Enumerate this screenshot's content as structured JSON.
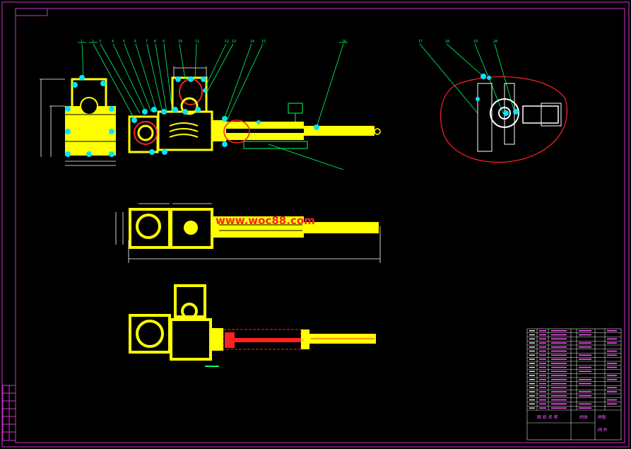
{
  "colors": {
    "background": "#000000",
    "border": "#cc33cc",
    "part": "#ffff00",
    "node": "#00e5ff",
    "leader": "#00ff66",
    "section": "#ff2222",
    "dim": "#ffffff",
    "table": "#e0e0e0"
  },
  "watermark": "www.woc88.com",
  "title_block": {
    "cells": [
      "阀体",
      "闸板",
      "阀 杆",
      "图 纸 名 称"
    ]
  },
  "callouts_left": [
    "1",
    "2",
    "3",
    "4",
    "5",
    "6",
    "7",
    "8",
    "9",
    "10",
    "11",
    "12",
    "13",
    "14",
    "15"
  ],
  "callout_right_top": "16",
  "callouts_detail": [
    "17",
    "18",
    "19",
    "20"
  ]
}
